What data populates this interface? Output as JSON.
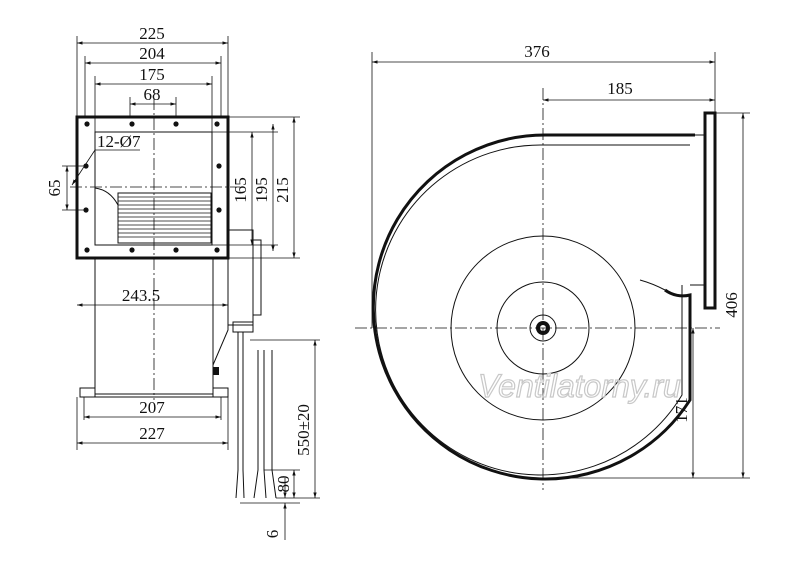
{
  "watermark": "Ventilatorny.ru",
  "front_view": {
    "dims": {
      "width_225": "225",
      "width_204": "204",
      "width_175": "175",
      "width_68": "68",
      "holes": "12-Ø7",
      "height_65": "65",
      "height_165": "165",
      "height_195": "195",
      "height_215": "215",
      "depth_243_5": "243.5",
      "base_207": "207",
      "base_227": "227",
      "cable_550": "550±20",
      "strip_80": "80",
      "strip_6": "6"
    }
  },
  "side_view": {
    "dims": {
      "width_376": "376",
      "width_185": "185",
      "height_406": "406",
      "height_171": "171"
    }
  }
}
